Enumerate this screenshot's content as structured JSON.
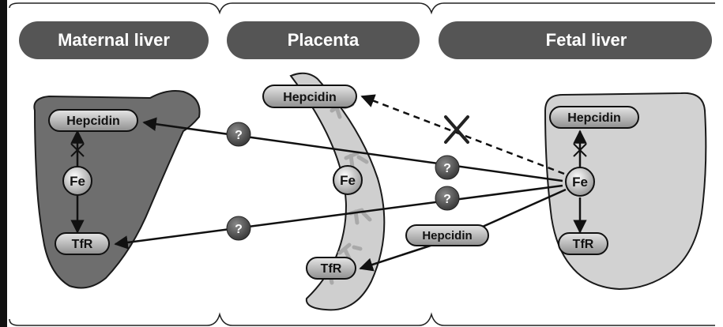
{
  "headers": {
    "maternal": "Maternal liver",
    "placenta": "Placenta",
    "fetal": "Fetal liver"
  },
  "maternal": {
    "hepcidin": "Hepcidin",
    "fe": "Fe",
    "tfr": "TfR"
  },
  "placenta": {
    "hepcidin": "Hepcidin",
    "fe": "Fe",
    "tfr": "TfR"
  },
  "fetal": {
    "hepcidin": "Hepcidin",
    "fe": "Fe",
    "tfr": "TfR"
  },
  "circulating_hepcidin": "Hepcidin",
  "unknown_mark": "?",
  "colors": {
    "header_fill": "#555555",
    "maternal_liver_fill": "#6e6e6e",
    "fetal_liver_fill": "#d2d2d2",
    "placenta_fill": "#cfcfcf",
    "pill_fill": "#bdbdbd",
    "question_fill": "#5a5a5a"
  }
}
